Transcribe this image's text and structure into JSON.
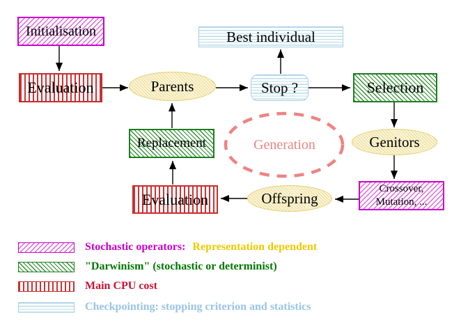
{
  "diagram": {
    "nodes": {
      "initialisation": {
        "label": "Initialisation",
        "style": "magenta-diagonal-hatch"
      },
      "best_individual": {
        "label": "Best individual",
        "style": "cyan-horizontal-stripes"
      },
      "evaluation_top": {
        "label": "Evaluation",
        "style": "red-vertical-stripes"
      },
      "parents": {
        "label": "Parents",
        "style": "yellow-hatch-ellipse"
      },
      "stop": {
        "label": "Stop ?",
        "style": "cyan-horizontal-stripes-rounded"
      },
      "selection": {
        "label": "Selection",
        "style": "green-diagonal-hatch"
      },
      "replacement": {
        "label": "Replacement",
        "style": "green-diagonal-hatch"
      },
      "generation": {
        "label": "Generation",
        "style": "coral-dashed-ellipse"
      },
      "genitors": {
        "label": "Genitors",
        "style": "yellow-hatch-ellipse"
      },
      "crossover": {
        "line1": "Crossover,",
        "line2": "Mutation, ...",
        "style": "magenta-diagonal-hatch"
      },
      "offspring": {
        "label": "Offspring",
        "style": "yellow-hatch-ellipse"
      },
      "evaluation_bottom": {
        "label": "Evaluation",
        "style": "red-vertical-stripes"
      }
    },
    "arrows": [
      "initialisation -> evaluation_top",
      "evaluation_top -> parents",
      "parents -> stop",
      "stop -> best_individual",
      "stop -> selection",
      "selection -> genitors",
      "genitors -> crossover",
      "crossover -> offspring",
      "offspring -> evaluation_bottom",
      "evaluation_bottom -> replacement",
      "replacement -> parents"
    ]
  },
  "legend": {
    "items": [
      {
        "swatch": "magenta-diagonal-hatch",
        "text": "Stochastic operators:",
        "text_color": "#cc00cc",
        "text2": "Representation dependent",
        "text2_color": "#eec900"
      },
      {
        "swatch": "green-diagonal-hatch",
        "text": "\"Darwinism\" (stochastic or determinist)",
        "text_color": "#007700",
        "text2": ""
      },
      {
        "swatch": "red-vertical-stripes",
        "text": "Main CPU cost",
        "text_color": "#cc1133",
        "text2": ""
      },
      {
        "swatch": "cyan-horizontal-stripes",
        "text": "Checkpointing: stopping criterion and statistics",
        "text_color": "#99c4e6",
        "text2": ""
      }
    ]
  },
  "colors": {
    "stochastic_magenta": "#cc00cc",
    "darwinism_green": "#1e7e1e",
    "cpu_red": "#cc2a2a",
    "checkpoint_cyan": "#a9cfe2",
    "population_yellow": "#e0cf74",
    "generation_coral": "#ee8383",
    "arrow_black": "#000000"
  }
}
